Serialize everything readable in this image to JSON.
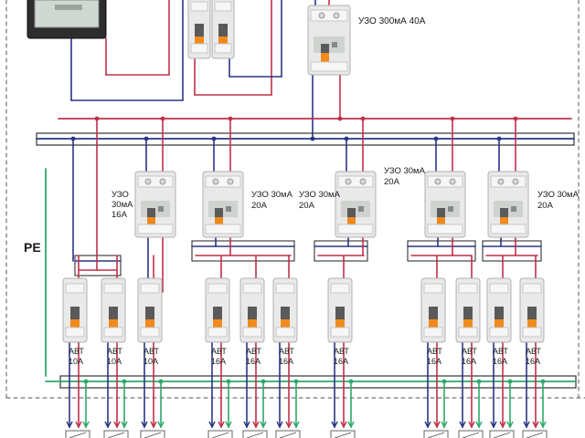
{
  "colors": {
    "phase": "#c0304a",
    "neutral": "#2a3585",
    "pe": "#2ea86a",
    "bus": "#333333",
    "frame": "#555555",
    "device_body": "#e9e9e9",
    "device_edge": "#b0b0b0",
    "lever": "#f08a1c"
  },
  "labels": {
    "main_rcd": "УЗО 300мА 40А",
    "pe": "PE"
  },
  "rcds": [
    {
      "lines": [
        "УЗО",
        "30мА",
        "16А"
      ]
    },
    {
      "lines": [
        "УЗО 30мА",
        "20А"
      ]
    },
    {
      "lines": [
        "УЗО 30мА",
        "20А"
      ]
    },
    {
      "lines": [
        "УЗО 30мА",
        "20А"
      ]
    },
    {
      "lines": [
        "УЗО 30мА",
        "20А"
      ]
    }
  ],
  "breakers": [
    {
      "lines": [
        "АВТ",
        "10А"
      ]
    },
    {
      "lines": [
        "АВТ",
        "10А"
      ]
    },
    {
      "lines": [
        "АВТ",
        "10А"
      ]
    },
    {
      "lines": [
        "АВТ",
        "16А"
      ]
    },
    {
      "lines": [
        "АВТ",
        "16А"
      ]
    },
    {
      "lines": [
        "АВТ",
        "16А"
      ]
    },
    {
      "lines": [
        "АВТ",
        "16А"
      ]
    },
    {
      "lines": [
        "АВТ",
        "16А"
      ]
    },
    {
      "lines": [
        "АВТ",
        "16А"
      ]
    },
    {
      "lines": [
        "АВТ",
        "16А"
      ]
    },
    {
      "lines": [
        "АВТ",
        "16А"
      ]
    }
  ]
}
